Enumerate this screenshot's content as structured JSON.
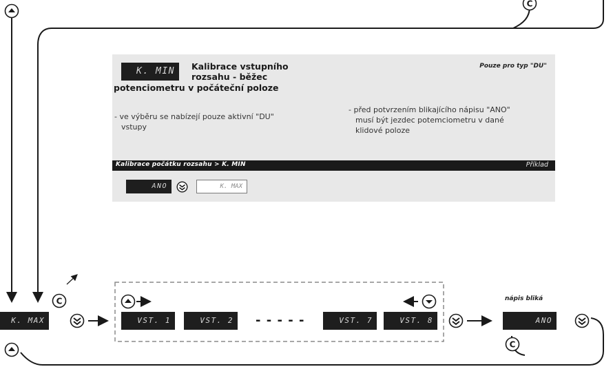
{
  "card": {
    "display_label": "K. MIN",
    "title_line1": "Kalibrace vstupního",
    "title_line2": "rozsahu - běžec",
    "title_line3": "potenciometru v počáteční poloze",
    "type_note": "Pouze pro typ \"DU\"",
    "bullet_left_line1": "- ve výběru se nabízejí pouze aktivní \"DU\"",
    "bullet_left_line2": "vstupy",
    "bullet_right_line1": "- před potvrzením blikajícího nápisu \"ANO\"",
    "bullet_right_line2": "musí být jezdec potemciometru v dané",
    "bullet_right_line3": "klidové poloze",
    "path_label": "Kalibrace počátku rozsahu > K. MIN",
    "example_label": "Příklad",
    "example_display1": "ANO",
    "example_display2": "K. MAX"
  },
  "flow": {
    "left_display": "K. MAX",
    "inputs": [
      "VST. 1",
      "VST. 2",
      "VST. 7",
      "VST. 8"
    ],
    "dashes": "- - - - -",
    "blink_note": "nápis bliká",
    "right_display": "ANO"
  },
  "icons": {
    "up": "up-button-icon",
    "down": "down-button-icon",
    "confirm": "c-button-icon",
    "arrow": "right-arrow-icon",
    "corner_arrow": "diagonal-arrow-icon"
  }
}
